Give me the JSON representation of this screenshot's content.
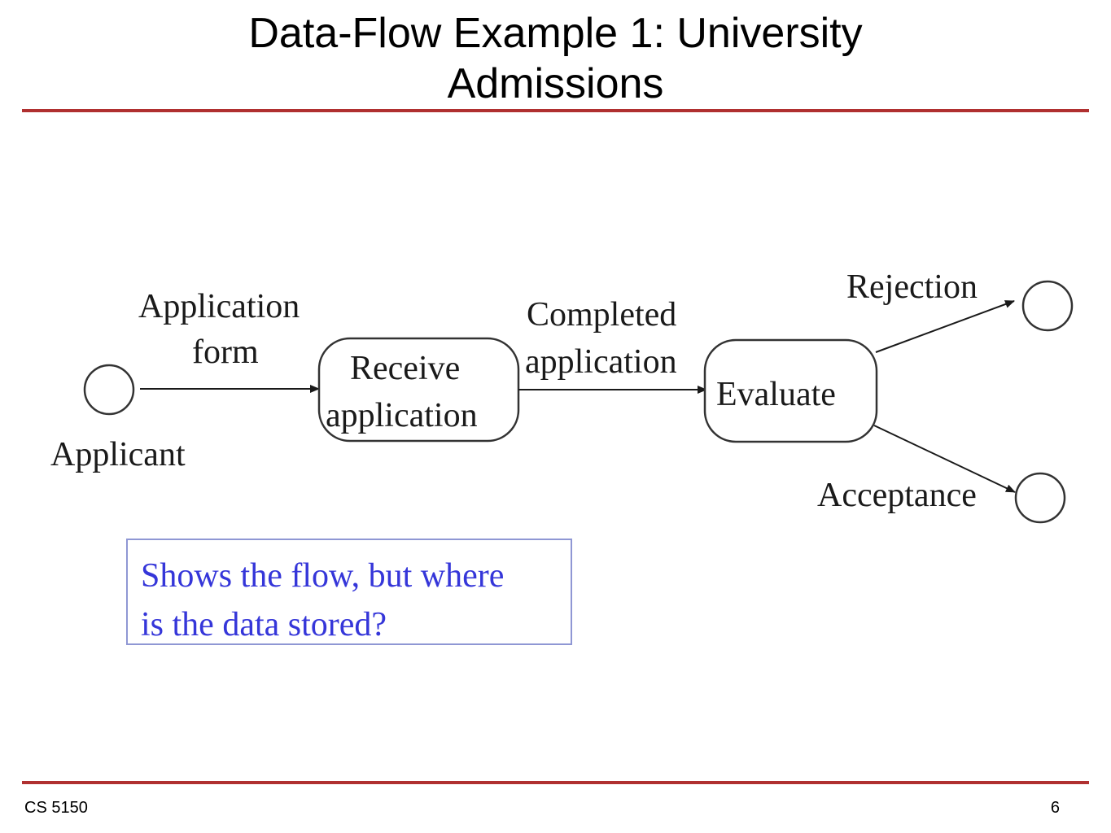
{
  "slide": {
    "title_line1": "Data-Flow Example 1: University",
    "title_line2": "Admissions",
    "footer_left": "CS 5150",
    "footer_right": "6",
    "rule_color": "#b03030"
  },
  "diagram": {
    "nodes": [
      {
        "id": "applicant",
        "shape": "circle",
        "label": "Applicant"
      },
      {
        "id": "receive",
        "shape": "rounded-rect",
        "label_line1": "Receive",
        "label_line2": "application"
      },
      {
        "id": "evaluate",
        "shape": "rounded-rect",
        "label": "Evaluate"
      },
      {
        "id": "rejection-sink",
        "shape": "circle"
      },
      {
        "id": "acceptance-sink",
        "shape": "circle"
      }
    ],
    "edges": [
      {
        "from": "applicant",
        "to": "receive",
        "label_line1": "Application",
        "label_line2": "form"
      },
      {
        "from": "receive",
        "to": "evaluate",
        "label_line1": "Completed",
        "label_line2": "application"
      },
      {
        "from": "evaluate",
        "to": "rejection-sink",
        "label": "Rejection"
      },
      {
        "from": "evaluate",
        "to": "acceptance-sink",
        "label": "Acceptance"
      }
    ]
  },
  "note": {
    "line1": "Shows the flow, but where",
    "line2": "is the data stored?",
    "text_color": "#3536d9",
    "border_color": "#8f97d4"
  }
}
